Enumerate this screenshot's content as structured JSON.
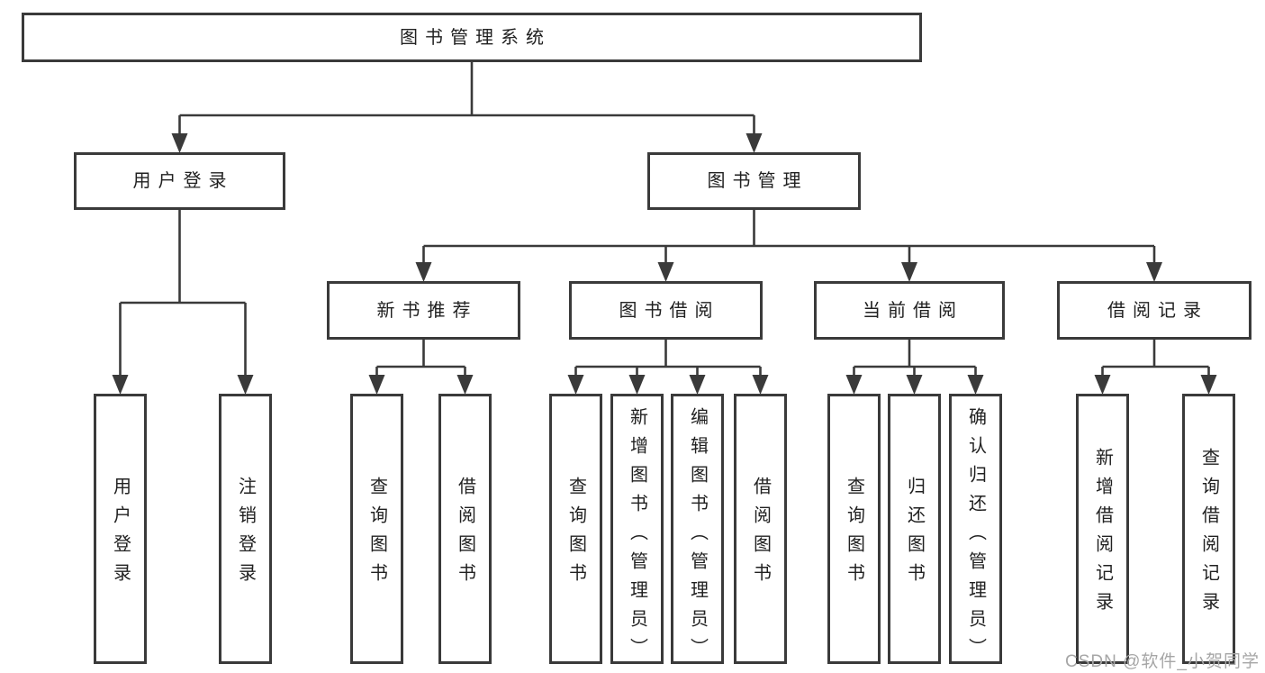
{
  "diagram": {
    "root": {
      "label": "图书管理系统"
    },
    "level2": [
      {
        "label": "用户登录",
        "parent": "图书管理系统"
      },
      {
        "label": "图书管理",
        "parent": "图书管理系统"
      }
    ],
    "level3": [
      {
        "label": "新书推荐",
        "parent": "图书管理"
      },
      {
        "label": "图书借阅",
        "parent": "图书管理"
      },
      {
        "label": "当前借阅",
        "parent": "图书管理"
      },
      {
        "label": "借阅记录",
        "parent": "图书管理"
      }
    ],
    "leaves": [
      {
        "label": "用户登录",
        "parent": "用户登录"
      },
      {
        "label": "注销登录",
        "parent": "用户登录"
      },
      {
        "label": "查询图书",
        "parent": "新书推荐"
      },
      {
        "label": "借阅图书",
        "parent": "新书推荐"
      },
      {
        "label": "查询图书",
        "parent": "图书借阅"
      },
      {
        "label": "新增图书（管理员）",
        "parent": "图书借阅"
      },
      {
        "label": "编辑图书（管理员）",
        "parent": "图书借阅"
      },
      {
        "label": "借阅图书",
        "parent": "图书借阅"
      },
      {
        "label": "查询图书",
        "parent": "当前借阅"
      },
      {
        "label": "归还图书",
        "parent": "当前借阅"
      },
      {
        "label": "确认归还（管理员）",
        "parent": "当前借阅"
      },
      {
        "label": "新增借阅记录",
        "parent": "借阅记录"
      },
      {
        "label": "查询借阅记录",
        "parent": "借阅记录"
      }
    ]
  },
  "watermark": {
    "text": "CSDN @软件_小贺同学",
    "color": "#a6a6a6"
  },
  "colors": {
    "line": "#3a3a3a",
    "box_border": "#3a3a3a",
    "box_fill": "#ffffff",
    "text": "#212121",
    "background": "#ffffff"
  }
}
